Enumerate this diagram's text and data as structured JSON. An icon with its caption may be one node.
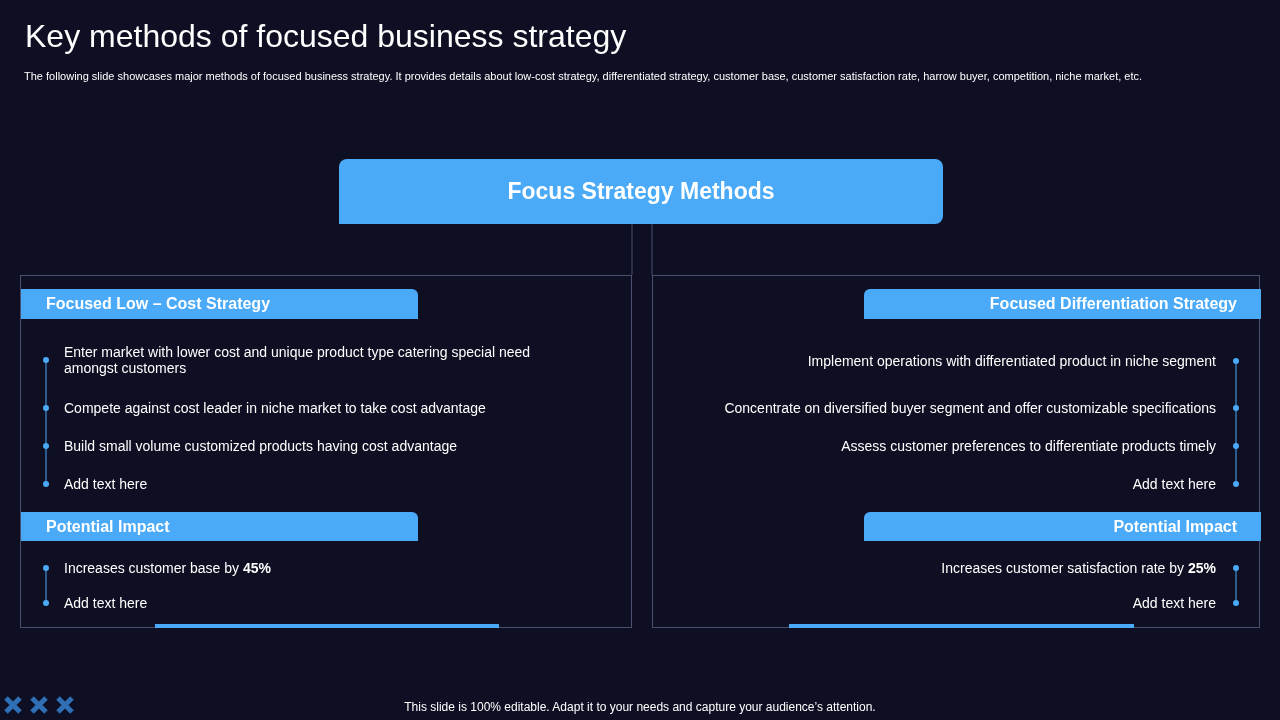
{
  "diagram": {
    "title": "Key methods of focused business strategy",
    "caption": "This slide is 100% editable. Adapt it to your needs and capture your audience’s attention.",
    "nodes": [
      {
        "text": [
          "Focus Strategy Methods"
        ]
      },
      {
        "text": [],
        "shape": "box"
      },
      {
        "text": [
          "Focused Low – Cost Strategy"
        ],
        "in": 1,
        "beside": [
          "Enter market with lower cost and unique product type catering special need amongst customers",
          "Compete against cost leader in niche market to take cost advantage",
          "Build small volume customized products having cost advantage",
          "Add text here"
        ]
      },
      {
        "text": [
          "Potential Impact"
        ],
        "in": 1,
        "beside": [
          "Increases customer base by **45%**",
          "Add text here"
        ]
      },
      {
        "text": [],
        "shape": "box"
      },
      {
        "text": [
          "Focused Differentiation Strategy"
        ],
        "in": 4,
        "beside": [
          "Implement operations with differentiated product in niche segment",
          "Concentrate on diversified buyer segment and offer customizable specifications",
          "Assess customer preferences to differentiate products timely",
          "Add text here"
        ]
      },
      {
        "text": [
          "Potential Impact"
        ],
        "in": 4,
        "beside": [
          "Increases customer satisfaction rate by **25%**",
          "Add text here"
        ]
      }
    ],
    "edges": [
      {
        "from": 0,
        "to": 1,
        "arrow": "none"
      },
      {
        "from": 0,
        "to": 4,
        "arrow": "none"
      }
    ],
    "labels": [
      "The following slide showcases major methods of focused business strategy. It provides details about low-cost strategy, differentiated strategy, customer base, customer satisfaction rate, harrow buyer, competition, niche market, etc."
    ]
  }
}
